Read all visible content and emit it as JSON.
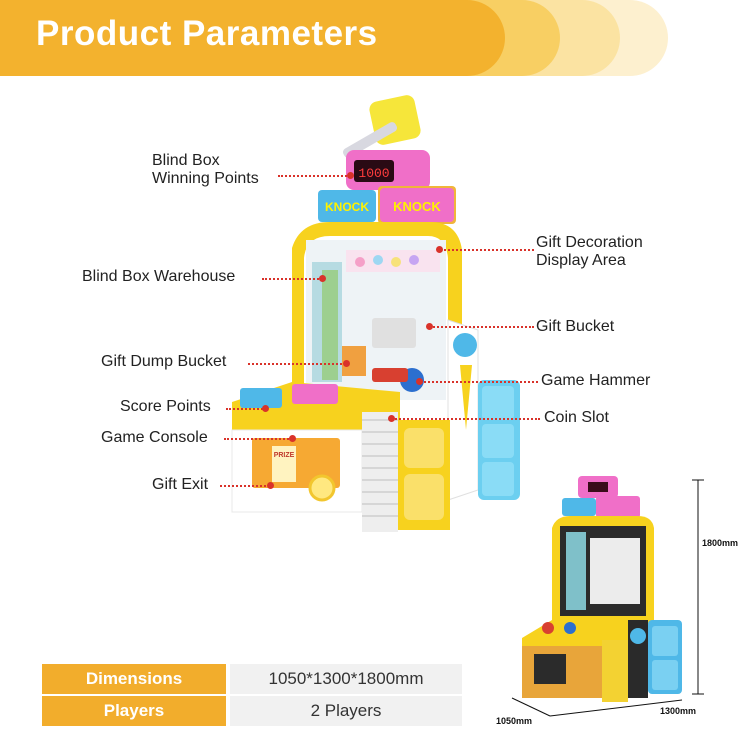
{
  "header": {
    "title": "Product Parameters"
  },
  "callouts": {
    "blind_box_winning_points": [
      "Blind Box",
      "Winning Points"
    ],
    "gift_decoration_display_area": [
      "Gift Decoration",
      "Display Area"
    ],
    "blind_box_warehouse": "Blind Box Warehouse",
    "gift_bucket": "Gift Bucket",
    "gift_dump_bucket": "Gift Dump Bucket",
    "game_hammer": "Game Hammer",
    "score_points": "Score Points",
    "coin_slot": "Coin Slot",
    "game_console": "Game Console",
    "gift_exit": "Gift Exit"
  },
  "machine_display": {
    "score": "1000",
    "sign_left": "KNOCK",
    "sign_right": "KNOCK",
    "prize": "PRIZE"
  },
  "specs": [
    {
      "label": "Dimensions",
      "value": "1050*1300*1800mm"
    },
    {
      "label": "Players",
      "value": "2 Players"
    }
  ],
  "dimensions": {
    "height": "1800mm",
    "width": "1050mm",
    "depth": "1300mm"
  },
  "colors": {
    "accent": "#f2ad2c",
    "leader": "#d9322a",
    "machine_yellow": "#f7d21e",
    "machine_blue": "#4fb8e8",
    "machine_pink": "#f06fc8"
  }
}
